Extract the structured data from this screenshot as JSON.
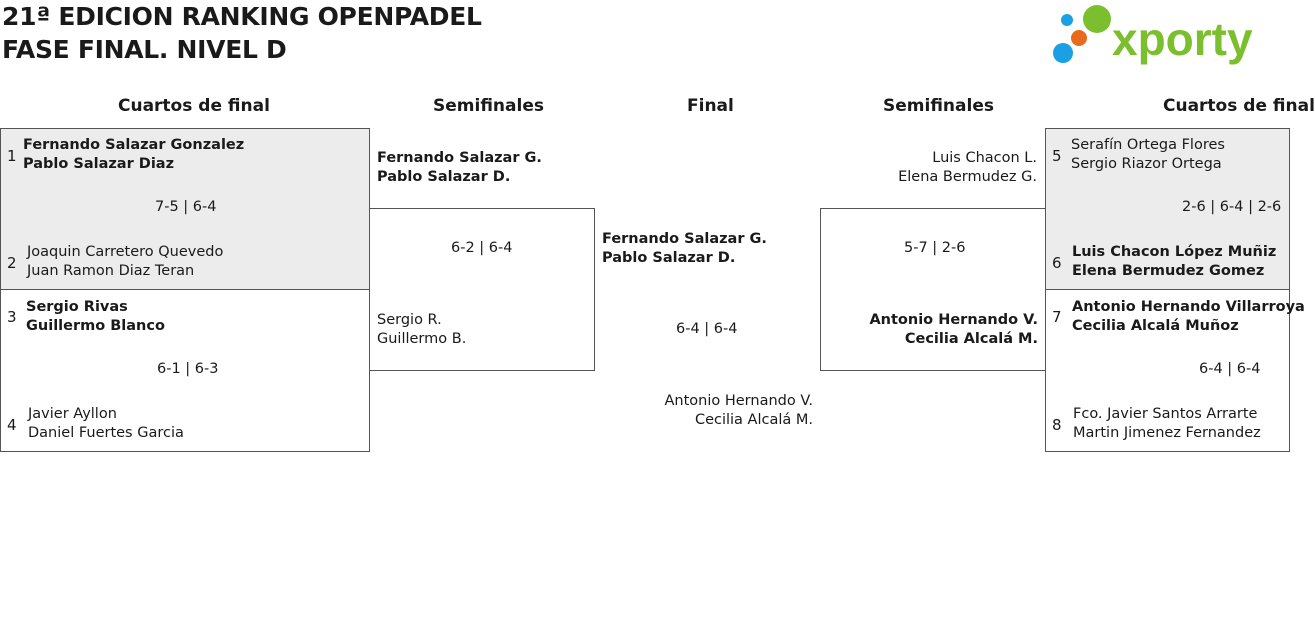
{
  "header": {
    "title_line1": "21ª EDICION RANKING OPENPADEL",
    "title_line2": "FASE FINAL. NIVEL D",
    "logo_text": "xporty",
    "colors": {
      "logo_green": "#7cbf2e",
      "logo_blue": "#1ba0e3",
      "logo_orange": "#e86a1c",
      "panel_gray": "#ececec"
    }
  },
  "rounds": {
    "left_quarters": "Cuartos de final",
    "left_semis": "Semifinales",
    "final": "Final",
    "right_semis": "Semifinales",
    "right_quarters": "Cuartos de final"
  },
  "left_quarters": [
    {
      "top_seed": "1",
      "top_p1": "Fernando Salazar Gonzalez",
      "top_p2": "Pablo Salazar Diaz",
      "score": "7-5 | 6-4",
      "bottom_seed": "2",
      "bottom_p1": "Joaquin Carretero Quevedo",
      "bottom_p2": "Juan Ramon Diaz Teran"
    },
    {
      "top_seed": "3",
      "top_p1": "Sergio Rivas",
      "top_p2": "Guillermo Blanco",
      "score": "6-1 | 6-3",
      "bottom_seed": "4",
      "bottom_p1": "Javier Ayllon",
      "bottom_p2": "Daniel Fuertes Garcia"
    }
  ],
  "left_semi": {
    "top_p1": "Fernando Salazar G.",
    "top_p2": "Pablo Salazar D.",
    "score": "6-2 | 6-4",
    "bottom_p1": "Sergio R.",
    "bottom_p2": "Guillermo B."
  },
  "final": {
    "top_p1": "Fernando Salazar G.",
    "top_p2": "Pablo Salazar D.",
    "score": "6-4 | 6-4",
    "bottom_p1": "Antonio Hernando V.",
    "bottom_p2": "Cecilia Alcalá M."
  },
  "right_semi": {
    "top_p1": "Luis Chacon L.",
    "top_p2": "Elena Bermudez G.",
    "score": "5-7 | 2-6",
    "bottom_p1": "Antonio Hernando V.",
    "bottom_p2": "Cecilia Alcalá M."
  },
  "right_quarters": [
    {
      "top_seed": "5",
      "top_p1": "Serafín Ortega Flores",
      "top_p2": "Sergio Riazor Ortega",
      "score": "2-6 | 6-4 | 2-6",
      "bottom_seed": "6",
      "bottom_p1": "Luis Chacon López Muñiz",
      "bottom_p2": "Elena Bermudez Gomez"
    },
    {
      "top_seed": "7",
      "top_p1": "Antonio Hernando Villarroya",
      "top_p2": "Cecilia Alcalá Muñoz",
      "score": "6-4 | 6-4",
      "bottom_seed": "8",
      "bottom_p1": "Fco. Javier Santos Arrarte",
      "bottom_p2": "Martin Jimenez Fernandez"
    }
  ]
}
